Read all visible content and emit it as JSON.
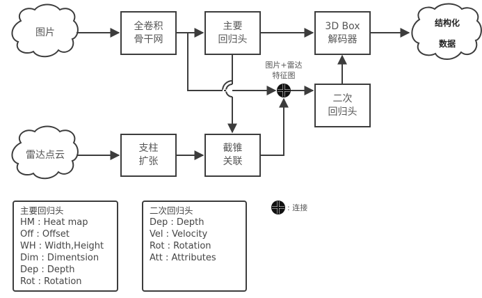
{
  "colors": {
    "stroke": "#3c3c3c",
    "text": "#555555",
    "background": "#ffffff"
  },
  "nodes": {
    "image_input": {
      "label": "图片",
      "shape": "cloud"
    },
    "backbone": {
      "line1": "全卷积",
      "line2": "骨干网"
    },
    "primary_head": {
      "line1": "主要",
      "line2": "回归头"
    },
    "decoder": {
      "line1": "3D Box",
      "line2": "解码器"
    },
    "output": {
      "line1": "结构化",
      "line2": "数据",
      "shape": "cloud"
    },
    "radar_input": {
      "label": "雷达点云",
      "shape": "cloud"
    },
    "pillar": {
      "line1": "支柱",
      "line2": "扩张"
    },
    "frustum": {
      "line1": "截锥",
      "line2": "关联"
    },
    "secondary_head": {
      "line1": "二次",
      "line2": "回归头"
    },
    "concat": {
      "line1": "图片+雷达",
      "line2": "特征图",
      "icon": "circle-plus-icon"
    }
  },
  "edges": [
    {
      "from": "图片",
      "to": "全卷积骨干网"
    },
    {
      "from": "全卷积骨干网",
      "to": "主要回归头"
    },
    {
      "from": "主要回归头",
      "to": "3D Box解码器"
    },
    {
      "from": "3D Box解码器",
      "to": "结构化数据"
    },
    {
      "from": "全卷积骨干网",
      "to": "连接"
    },
    {
      "from": "主要回归头",
      "to": "截锥关联"
    },
    {
      "from": "雷达点云",
      "to": "支柱扩张"
    },
    {
      "from": "支柱扩张",
      "to": "截锥关联"
    },
    {
      "from": "截锥关联",
      "to": "连接"
    },
    {
      "from": "连接",
      "to": "二次回归头"
    },
    {
      "from": "二次回归头",
      "to": "3D Box解码器"
    }
  ],
  "legend_primary": {
    "title": "主要回归头",
    "items": [
      "HM : Heat map",
      "Off : Offset",
      "WH : Width,Height",
      "Dim : Dimentsion",
      "Dep : Depth",
      "Rot : Rotation"
    ]
  },
  "legend_secondary": {
    "title": "二次回归头",
    "items": [
      "Dep : Depth",
      "Vel : Velocity",
      "Rot : Rotation",
      "Att : Attributes"
    ]
  },
  "legend_symbol": {
    "icon": "circle-plus-icon",
    "label": ": 连接"
  }
}
